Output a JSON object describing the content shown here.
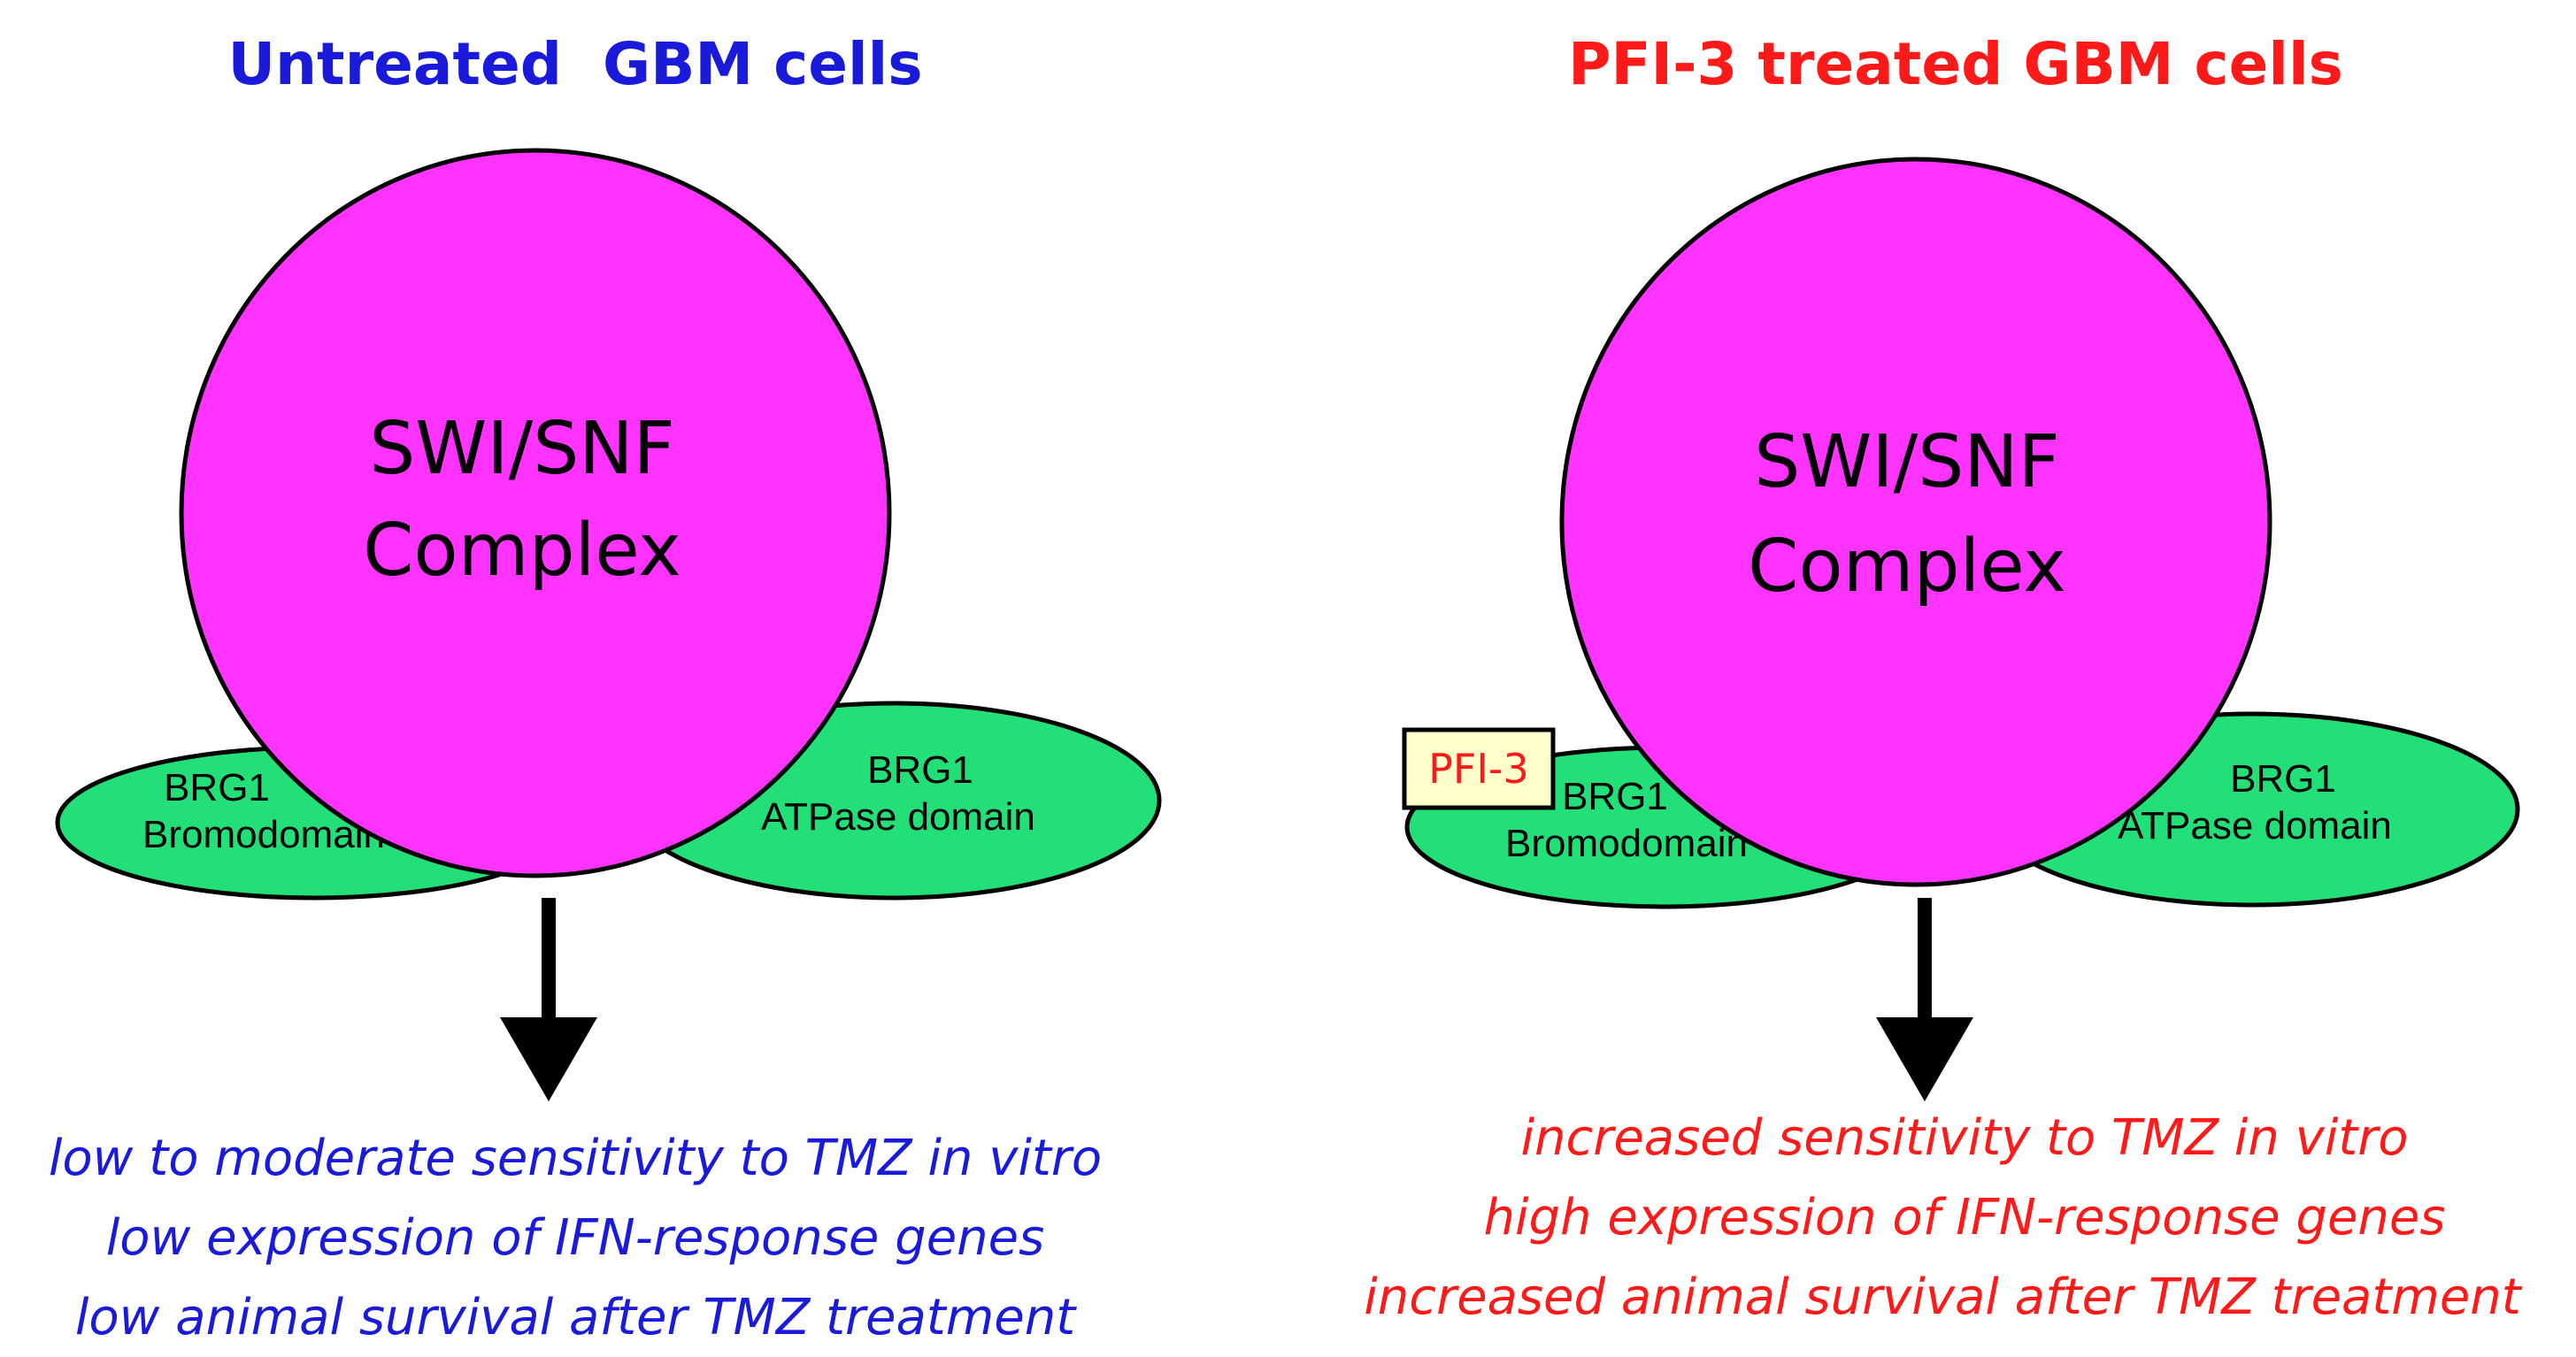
{
  "colors": {
    "untreated_text": "#1a1adb",
    "treated_text": "#ff1a1a",
    "complex_fill": "#ff33ff",
    "domain_fill": "#22e077",
    "inhibitor_fill": "#ffffcc",
    "outline": "#000000",
    "arrow": "#000000"
  },
  "left_panel": {
    "title": "Untreated  GBM cells",
    "complex_line1": "SWI/SNF",
    "complex_line2": "Complex",
    "bromodomain_line1": "BRG1",
    "bromodomain_line2": "Bromodomain",
    "atpase_line1": "BRG1",
    "atpase_line2": "ATPase domain",
    "outcomes": [
      "low to moderate sensitivity to TMZ in vitro",
      "low expression of IFN-response genes",
      "low animal survival after TMZ treatment"
    ]
  },
  "right_panel": {
    "title": "PFI-3 treated GBM cells",
    "inhibitor_label": "PFI-3",
    "complex_line1": "SWI/SNF",
    "complex_line2": "Complex",
    "bromodomain_line1": "BRG1",
    "bromodomain_line2": "Bromodomain",
    "atpase_line1": "BRG1",
    "atpase_line2": "ATPase domain",
    "outcomes": [
      "increased sensitivity to TMZ in vitro",
      "high expression of IFN-response genes",
      "increased animal survival after TMZ treatment"
    ]
  }
}
